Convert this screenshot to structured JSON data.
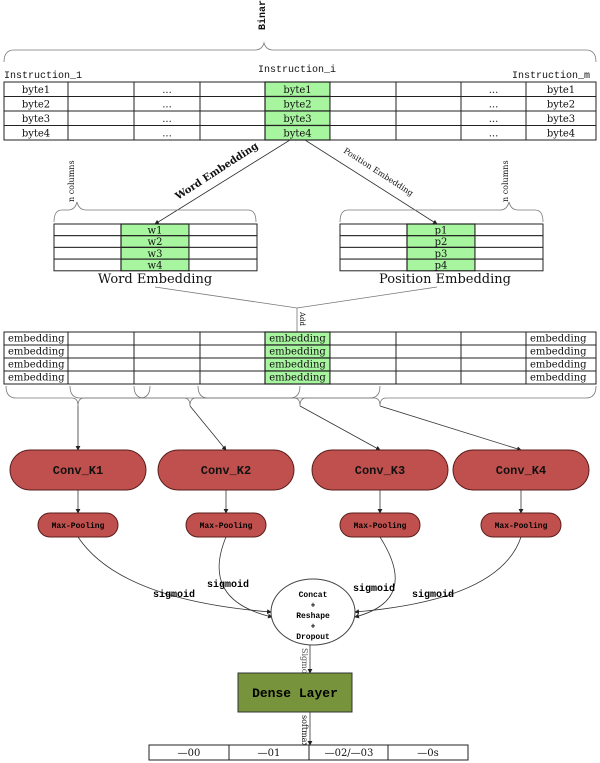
{
  "binary_label": "Binary",
  "instructions": {
    "first": "Instruction_1",
    "middle": "Instruction_i",
    "last": "Instruction_m"
  },
  "bytes": [
    "byte1",
    "byte2",
    "byte3",
    "byte4"
  ],
  "ellipsis": "...",
  "n_columns": "n columns",
  "word_embedding_arrow": "Word Embedding",
  "position_embedding_arrow": "Position Embedding",
  "word_cells": [
    "w1",
    "w2",
    "w3",
    "w4"
  ],
  "position_cells": [
    "p1",
    "p2",
    "p3",
    "p4"
  ],
  "word_embedding_title": "Word Embedding",
  "position_embedding_title": "Position Embedding",
  "add_label": "Add",
  "embedding_cell": "embedding",
  "convs": [
    "Conv_K1",
    "Conv_K2",
    "Conv_K3",
    "Conv_K4"
  ],
  "max_pooling": "Max-Pooling",
  "sigmoid": "sigmoid",
  "concat": [
    "Concat",
    "+",
    "Reshape",
    "+",
    "Dropout"
  ],
  "sigmoid_cap": "Sigmoid",
  "dense_layer": "Dense Layer",
  "softmax": "softmax",
  "outputs": [
    "—00",
    "—01",
    "—02/—03",
    "—0s"
  ],
  "colors": {
    "highlight": "#a8f5a0",
    "conv": "#c0504d",
    "dense": "#77933c"
  }
}
